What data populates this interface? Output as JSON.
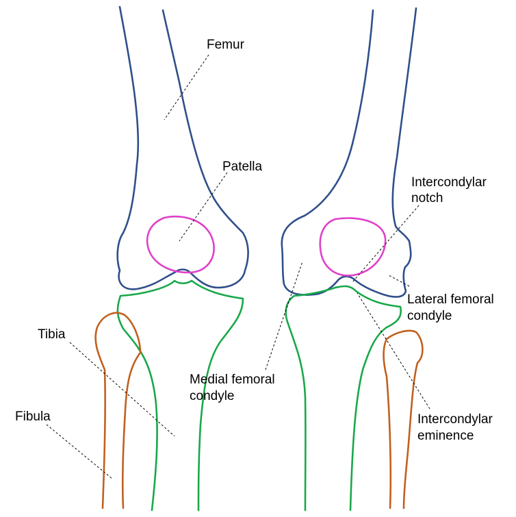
{
  "labels": {
    "femur": "Femur",
    "patella": "Patella",
    "intercondylar_notch": [
      "Intercondylar",
      "notch"
    ],
    "lateral_femoral_condyle": [
      "Lateral femoral",
      "condyle"
    ],
    "tibia": "Tibia",
    "medial_femoral_condyle": [
      "Medial femoral",
      "condyle"
    ],
    "fibula": "Fibula",
    "intercondylar_eminence": [
      "Intercondylar",
      "eminence"
    ]
  },
  "colors": {
    "femur": "#2f4f8a",
    "patella": "#e040c8",
    "tibia": "#18a84a",
    "fibula": "#c0601e",
    "leader": "#000000"
  }
}
